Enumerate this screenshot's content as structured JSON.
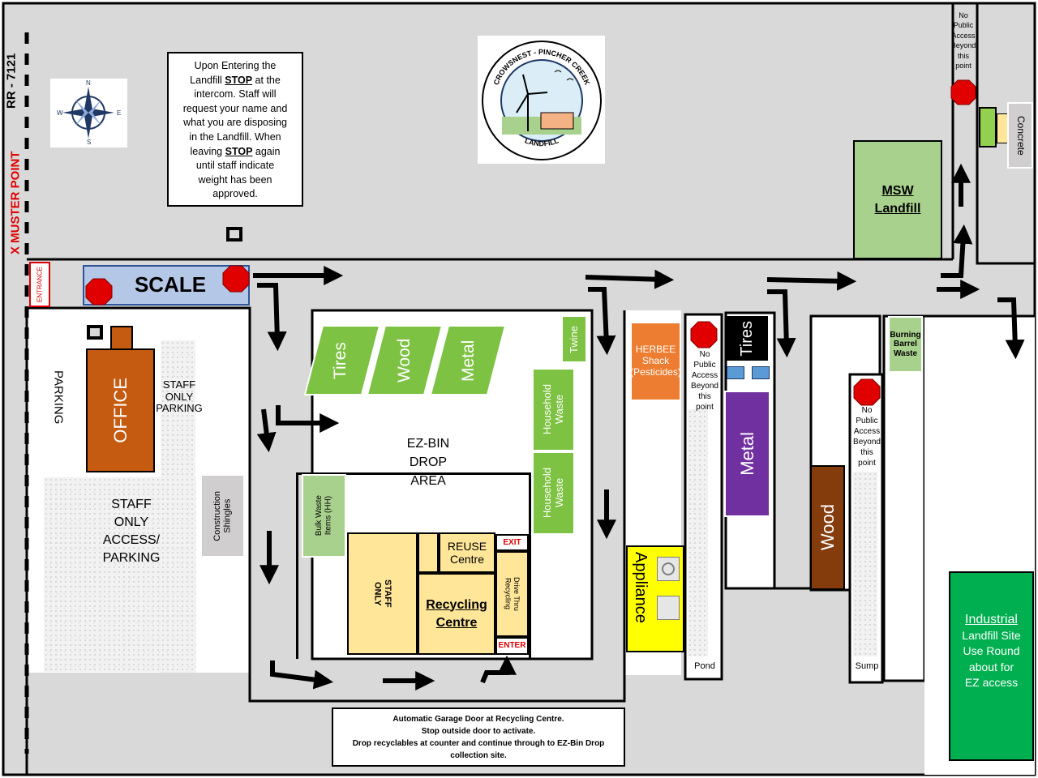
{
  "header": {
    "road_name": "RR - 7121",
    "muster_point": "X MUSTER POINT",
    "entrance": "ENTRANCE"
  },
  "compass": {
    "n": "N",
    "e": "E",
    "s": "S",
    "w": "W"
  },
  "logo": {
    "top_text": "CROWSNEST - PINCHER CREEK",
    "bottom_text": "LANDFILL"
  },
  "notice_box": {
    "line1": "Upon Entering the",
    "line2a": "Landfill ",
    "line2b": "STOP",
    "line2c": " at the",
    "line3": "intercom.  Staff will",
    "line4": "request your name and",
    "line5": "what you are disposing",
    "line6": "in the Landfill. When",
    "line7a": "leaving ",
    "line7b": "STOP",
    "line7c": " again",
    "line8": "until staff indicate",
    "line9": "weight has been",
    "line10": "approved."
  },
  "areas": {
    "scale": "SCALE",
    "office": "OFFICE",
    "parking": "PARKING",
    "staff_only_parking": [
      "STAFF",
      "ONLY",
      "PARKING"
    ],
    "staff_only_access": [
      "STAFF",
      "ONLY",
      "ACCESS/",
      "PARKING"
    ],
    "construction_shingles": [
      "Construction",
      "Shingles"
    ],
    "tires": "Tires",
    "wood": "Wood",
    "metal": "Metal",
    "twine": "Twine",
    "household_waste_1": [
      "Household",
      "Waste"
    ],
    "household_waste_2": [
      "Household",
      "Waste"
    ],
    "ez_bin": [
      "EZ-BIN",
      "DROP",
      "AREA"
    ],
    "bulk_waste": [
      "Bulk Waste",
      "Items (HH)"
    ],
    "staff_only": [
      "STAFF",
      "ONLY"
    ],
    "reuse_centre": [
      "REUSE",
      "Centre"
    ],
    "recycling_centre": [
      "Recycling",
      "Centre"
    ],
    "drive_thru": [
      "Drive Thru",
      "Recycling"
    ],
    "exit": "EXIT",
    "enter": "ENTER",
    "herbee": [
      "HERBEE",
      "Shack",
      "(Pesticides)"
    ],
    "appliance": "Appliance",
    "no_public_access": [
      "No",
      "Public",
      "Access",
      "Beyond",
      "this",
      "point"
    ],
    "tires_right": "Tires",
    "metal_right": "Metal",
    "wood_right": "Wood",
    "pond": "Pond",
    "sump": "Sump",
    "burning_barrel": [
      "Burning",
      "Barrel",
      "Waste"
    ],
    "msw_landfill": [
      "MSW",
      "Landfill"
    ],
    "concrete": "Concrete",
    "industrial": {
      "title": "Industrial",
      "lines": [
        "Landfill Site",
        "Use Round",
        "about for",
        "EZ access"
      ]
    }
  },
  "garage_notice": [
    "Automatic Garage Door at Recycling Centre.",
    "Stop outside door to activate.",
    "Drop recyclables at counter and continue through to EZ-Bin Drop",
    "collection site."
  ],
  "colors": {
    "road": "#d9d9d9",
    "background": "#ffffff",
    "office": "#c55a11",
    "green_bins": "#7dc242",
    "tan": "#ffe699",
    "herbee": "#ed7d31",
    "appliance": "#ffff00",
    "metal_purple": "#7030a0",
    "wood_brown": "#843c0c",
    "industrial_green": "#00b050",
    "msw_green": "#a9d18e",
    "stop_red": "#e00000",
    "scale_blue": "#b4c7e7"
  }
}
